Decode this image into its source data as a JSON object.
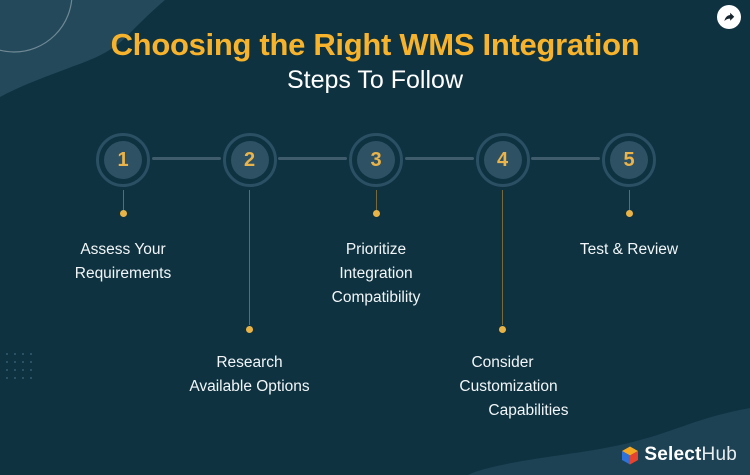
{
  "header": {
    "title": "Choosing the Right WMS Integration",
    "subtitle": "Steps To Follow"
  },
  "steps": [
    {
      "number": "1",
      "label_lines": [
        "Assess Your",
        "Requirements"
      ],
      "drop": "short"
    },
    {
      "number": "2",
      "label_lines": [
        "Research",
        "Available Options"
      ],
      "drop": "long"
    },
    {
      "number": "3",
      "label_lines": [
        "Prioritize",
        "Integration",
        "Compatibility"
      ],
      "drop": "short"
    },
    {
      "number": "4",
      "label_lines": [
        "Consider",
        "Customization",
        "Capabilities"
      ],
      "drop": "long"
    },
    {
      "number": "5",
      "label_lines": [
        "Test & Review"
      ],
      "drop": "short"
    }
  ],
  "footer": {
    "brand_bold": "Select",
    "brand_regular": "Hub"
  },
  "icons": {
    "share": "share-forward-arrow",
    "brand_cube": "selecthub-cube"
  },
  "colors": {
    "background": "#0E3240",
    "blob": "#23495B",
    "wave": "#1C4254",
    "title_accent": "#F7B32B",
    "step_number": "#EAB44A",
    "dot": "#E9B445",
    "connector": "#3E5C6C",
    "label_text": "#F2F6F8"
  }
}
